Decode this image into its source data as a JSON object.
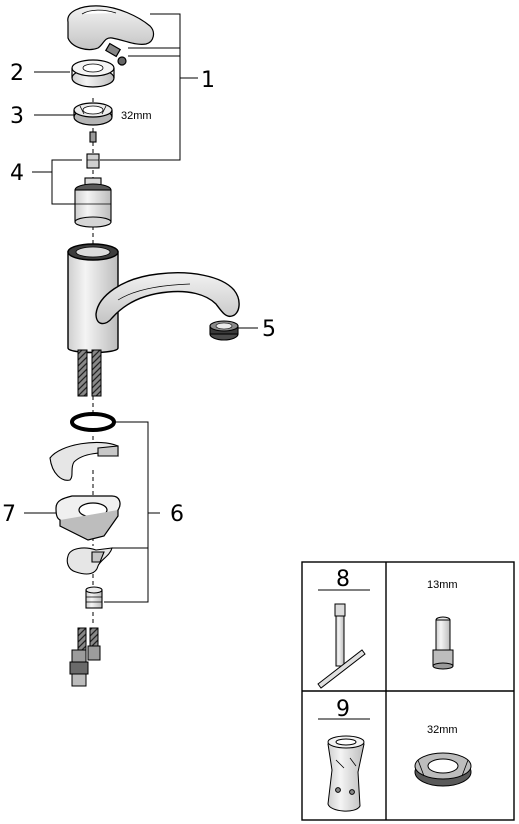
{
  "callouts": {
    "c1": "1",
    "c2": "2",
    "c3": "3",
    "c4": "4",
    "c5": "5",
    "c6": "6",
    "c7": "7"
  },
  "dimensions": {
    "nut_size": "32mm"
  },
  "tools_table": {
    "row1": {
      "number": "8",
      "size": "13mm"
    },
    "row2": {
      "number": "9",
      "size": "32mm"
    }
  },
  "colors": {
    "line": "#000000",
    "part_fill": "#e4e4e4",
    "shadow": "#bdbdbd",
    "dark": "#5a5a5a"
  }
}
